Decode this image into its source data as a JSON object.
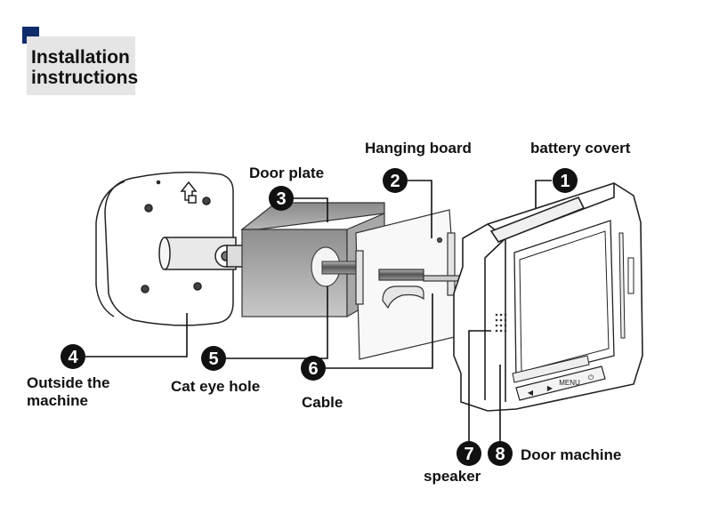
{
  "header": {
    "title": "Installation\ninstructions",
    "accent_color": "#0f2d6b",
    "box_color": "#e5e5e5"
  },
  "callouts": [
    {
      "number": "1",
      "label": "battery covert"
    },
    {
      "number": "2",
      "label": "Hanging board"
    },
    {
      "number": "3",
      "label": "Door plate"
    },
    {
      "number": "4",
      "label": "Outside the\nmachine"
    },
    {
      "number": "5",
      "label": "Cat eye hole"
    },
    {
      "number": "6",
      "label": "Cable"
    },
    {
      "number": "7",
      "label": "speaker"
    },
    {
      "number": "8",
      "label": "Door machine"
    }
  ],
  "device_buttons": [
    "◀",
    "▶",
    "MENU",
    "⏻"
  ]
}
